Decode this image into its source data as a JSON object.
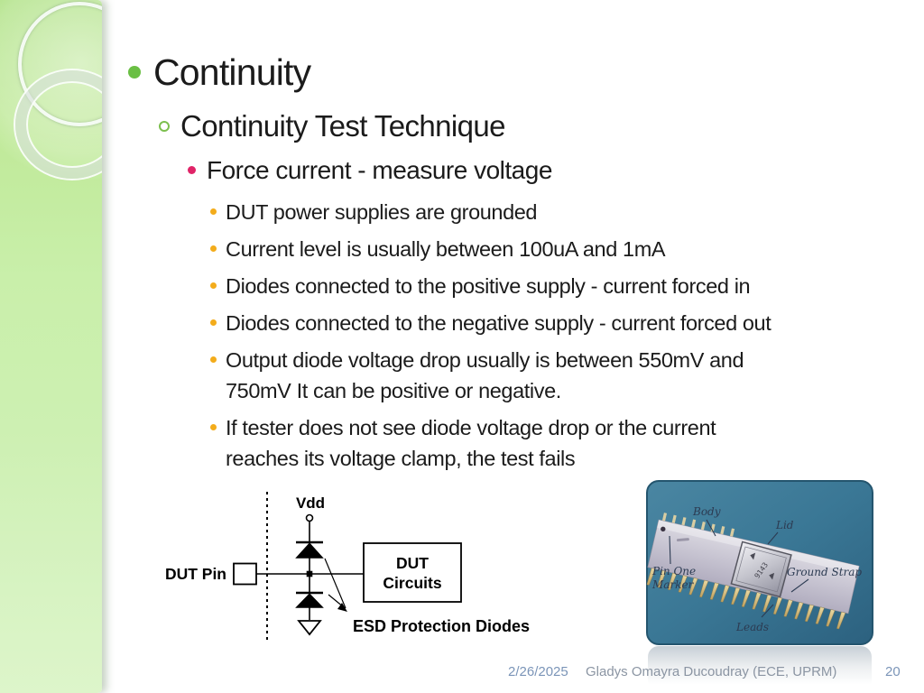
{
  "slide": {
    "title": "Continuity",
    "level2": "Continuity Test Technique",
    "level3": "Force current - measure voltage",
    "items": [
      {
        "text": "DUT power supplies are grounded"
      },
      {
        "text": "Current level is usually between 100uA and 1mA"
      },
      {
        "text": "Diodes connected to the positive supply - current forced in"
      },
      {
        "text": "Diodes connected to the negative supply - current forced out"
      },
      {
        "line1": "Output diode voltage drop usually is between 550mV and",
        "line2": "750mV It can be positive or negative."
      },
      {
        "line1": "If tester does not see diode voltage drop or the current",
        "line2": "reaches its voltage clamp, the test fails"
      }
    ]
  },
  "diagram": {
    "vdd_label": "Vdd",
    "dut_pin_label": "DUT Pin",
    "dut_circuits_line1": "DUT",
    "dut_circuits_line2": "Circuits",
    "esd_label": "ESD Protection Diodes"
  },
  "photo": {
    "lid_marking": "9143",
    "labels": {
      "body": "Body",
      "lid": "Lid",
      "pin_one_line1": "Pin One",
      "pin_one_line2": "Marker",
      "ground_strap": "Ground Strap",
      "leads": "Leads"
    }
  },
  "footer": {
    "date": "2/26/2025",
    "author": "Gladys Omayra Ducoudray (ECE, UPRM)",
    "page": "20"
  },
  "colors": {
    "bullet_l1": "#6abf44",
    "bullet_l2_ring": "#7cbf4e",
    "bullet_l3": "#e02468",
    "bullet_l4": "#f3ac1b",
    "panel_green": "#c9efaa",
    "photo_teal": "#3a7795",
    "footer_blue": "#7b95b8"
  }
}
